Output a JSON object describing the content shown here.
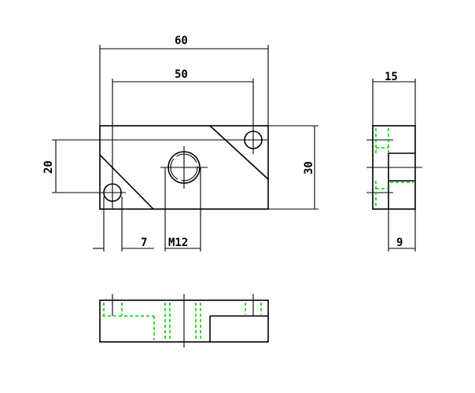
{
  "dimensions": {
    "overall_length": "60",
    "hole_spacing": "50",
    "overall_height": "30",
    "hole_vertical": "20",
    "offset": "7",
    "thread": "M12",
    "side_width": "15",
    "side_offset": "9"
  },
  "colors": {
    "line": "#000000",
    "hidden_line": "#00d200",
    "background": "#ffffff"
  }
}
